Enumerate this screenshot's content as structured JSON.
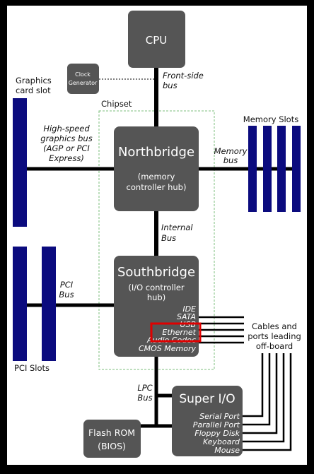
{
  "diagram": {
    "cpu": {
      "label": "CPU"
    },
    "clock_generator": {
      "line1": "Clock",
      "line2": "Generator"
    },
    "front_side_bus": {
      "line1": "Front-side",
      "line2": "bus"
    },
    "chipset": {
      "label": "Chipset"
    },
    "graphics_card_slot": {
      "line1": "Graphics",
      "line2": "card slot"
    },
    "high_speed_bus": {
      "line1": "High-speed",
      "line2": "graphics bus",
      "line3": "(AGP or PCI",
      "line4": "Express)"
    },
    "northbridge": {
      "title": "Northbridge",
      "sub1": "(memory",
      "sub2": "controller hub)"
    },
    "memory_bus": {
      "line1": "Memory",
      "line2": "bus"
    },
    "memory_slots": {
      "label": "Memory Slots"
    },
    "internal_bus": {
      "line1": "Internal",
      "line2": "Bus"
    },
    "southbridge": {
      "title": "Southbridge",
      "sub1": "(I/O controller",
      "sub2": "hub)",
      "ports": [
        "IDE",
        "SATA",
        "USB",
        "Ethernet",
        "Audio Codec",
        "CMOS Memory"
      ]
    },
    "pci_bus": {
      "line1": "PCI",
      "line2": "Bus"
    },
    "pci_slots": {
      "label": "PCI Slots"
    },
    "cables": {
      "line1": "Cables and",
      "line2": "ports leading",
      "line3": "off-board"
    },
    "lpc_bus": {
      "line1": "LPC",
      "line2": "Bus"
    },
    "super_io": {
      "title": "Super I/O",
      "ports": [
        "Serial Port",
        "Parallel Port",
        "Floppy Disk",
        "Keyboard",
        "Mouse"
      ]
    },
    "flash_rom": {
      "line1": "Flash ROM",
      "line2": "(BIOS)"
    },
    "colors": {
      "box": "#555555",
      "slot": "#0b0b7e",
      "highlight": "#e00000",
      "chipset_border": "#7cbf7c"
    }
  }
}
